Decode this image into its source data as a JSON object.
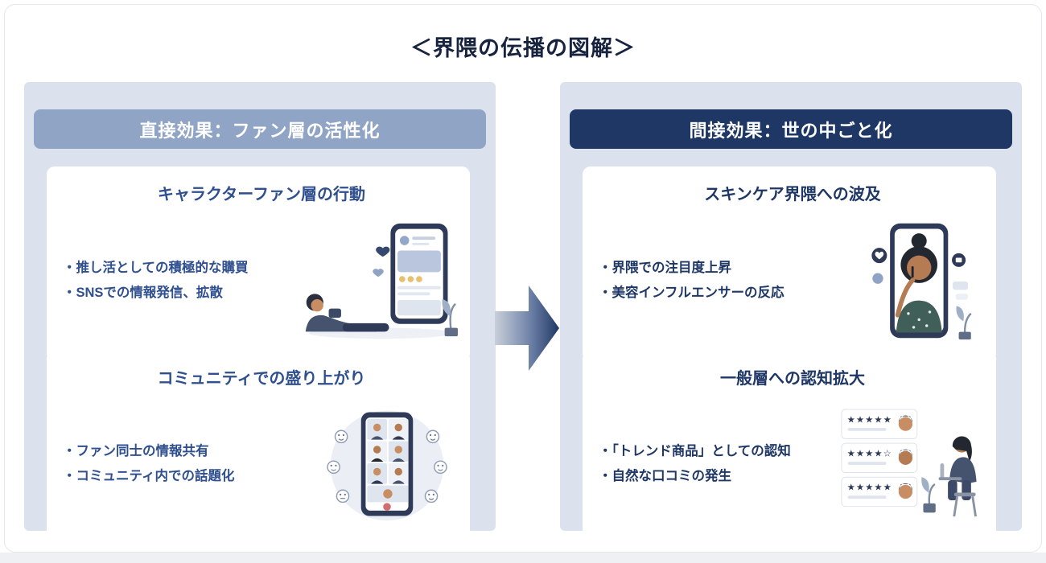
{
  "page": {
    "title": "＜界隈の伝播の図解＞"
  },
  "left_panel": {
    "header": "直接効果：ファン層の活性化",
    "cards": [
      {
        "title": "キャラクターファン層の行動",
        "bullets": [
          "・推し活としての積極的な購買",
          "・SNSでの情報発信、拡散"
        ],
        "illustration": "sns-feed-illustration"
      },
      {
        "title": "コミュニティでの盛り上がり",
        "bullets": [
          "・ファン同士の情報共有",
          "・コミュニティ内での話題化"
        ],
        "illustration": "group-video-chat-illustration"
      }
    ]
  },
  "right_panel": {
    "header": "間接効果：世の中ごと化",
    "cards": [
      {
        "title": "スキンケア界隈への波及",
        "bullets": [
          "・界隈での注目度上昇",
          "・美容インフルエンサーの反応"
        ],
        "illustration": "beauty-influencer-illustration"
      },
      {
        "title": "一般層への認知拡大",
        "bullets": [
          "・「トレンド商品」としての認知",
          "・自然な口コミの発生"
        ],
        "illustration": "reviews-illustration"
      }
    ]
  },
  "arrow": {
    "direction": "right"
  },
  "colors": {
    "left_header_bg": "#90a4c6",
    "right_header_bg": "#1e3765",
    "panel_bg": "#dbe2ee",
    "card_bg": "#ffffff",
    "page_title_text": "#18233f",
    "left_accent_text": "#2f4f8f",
    "right_accent_text": "#1e3765",
    "arrow_gradient_start": "#c9cfda",
    "arrow_gradient_end": "#1f3864"
  }
}
